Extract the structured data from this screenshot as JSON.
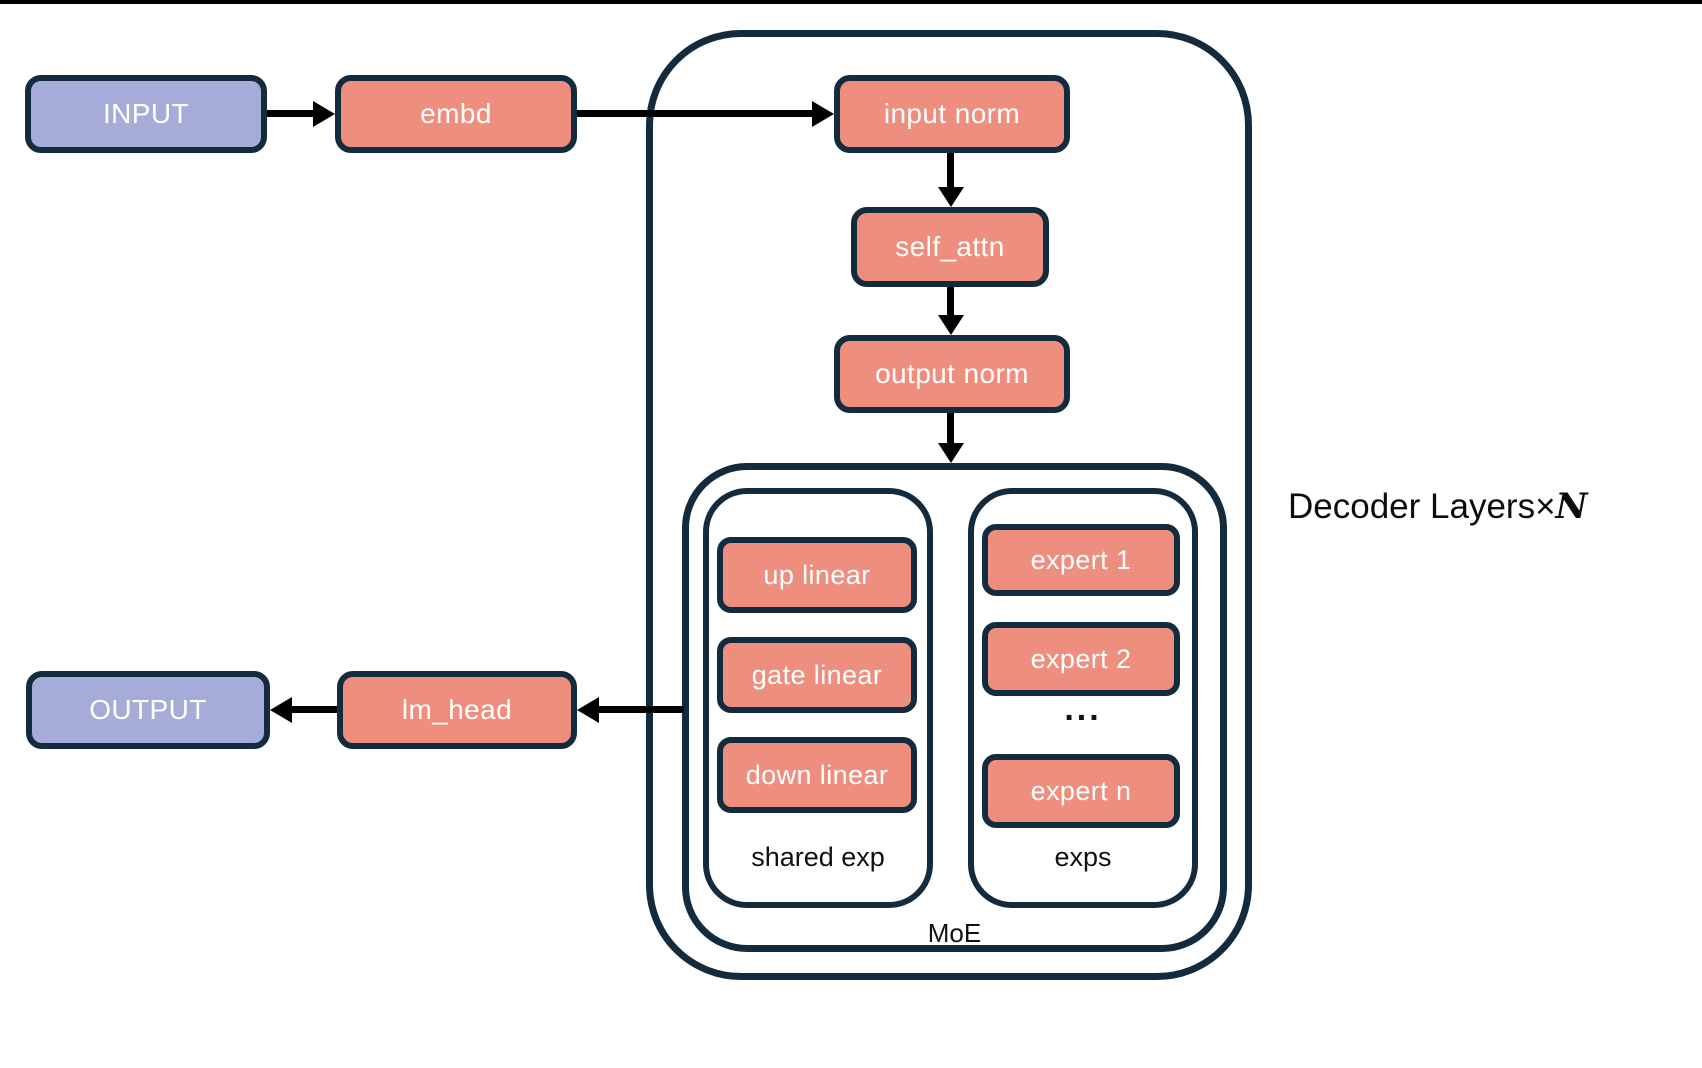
{
  "nodes": {
    "input": "INPUT",
    "embd": "embd",
    "input_norm": "input norm",
    "self_attn": "self_attn",
    "output_norm": "output norm",
    "lm_head": "lm_head",
    "output": "OUTPUT"
  },
  "decoder": {
    "label_prefix": "Decoder Layers×",
    "label_n": "N"
  },
  "moe": {
    "label": "MoE",
    "shared": {
      "label": "shared exp",
      "items": [
        {
          "label": "up linear"
        },
        {
          "label": "gate linear"
        },
        {
          "label": "down linear"
        }
      ]
    },
    "experts": {
      "label": "exps",
      "ellipsis": "...",
      "items": [
        {
          "label": "expert 1"
        },
        {
          "label": "expert 2"
        },
        {
          "label": "expert n"
        }
      ]
    }
  },
  "colors": {
    "border": "#132b3d",
    "salmon": "#ee8e7e",
    "purple": "#a5acd8",
    "arrow": "#000000",
    "labeltext": "#111111"
  }
}
